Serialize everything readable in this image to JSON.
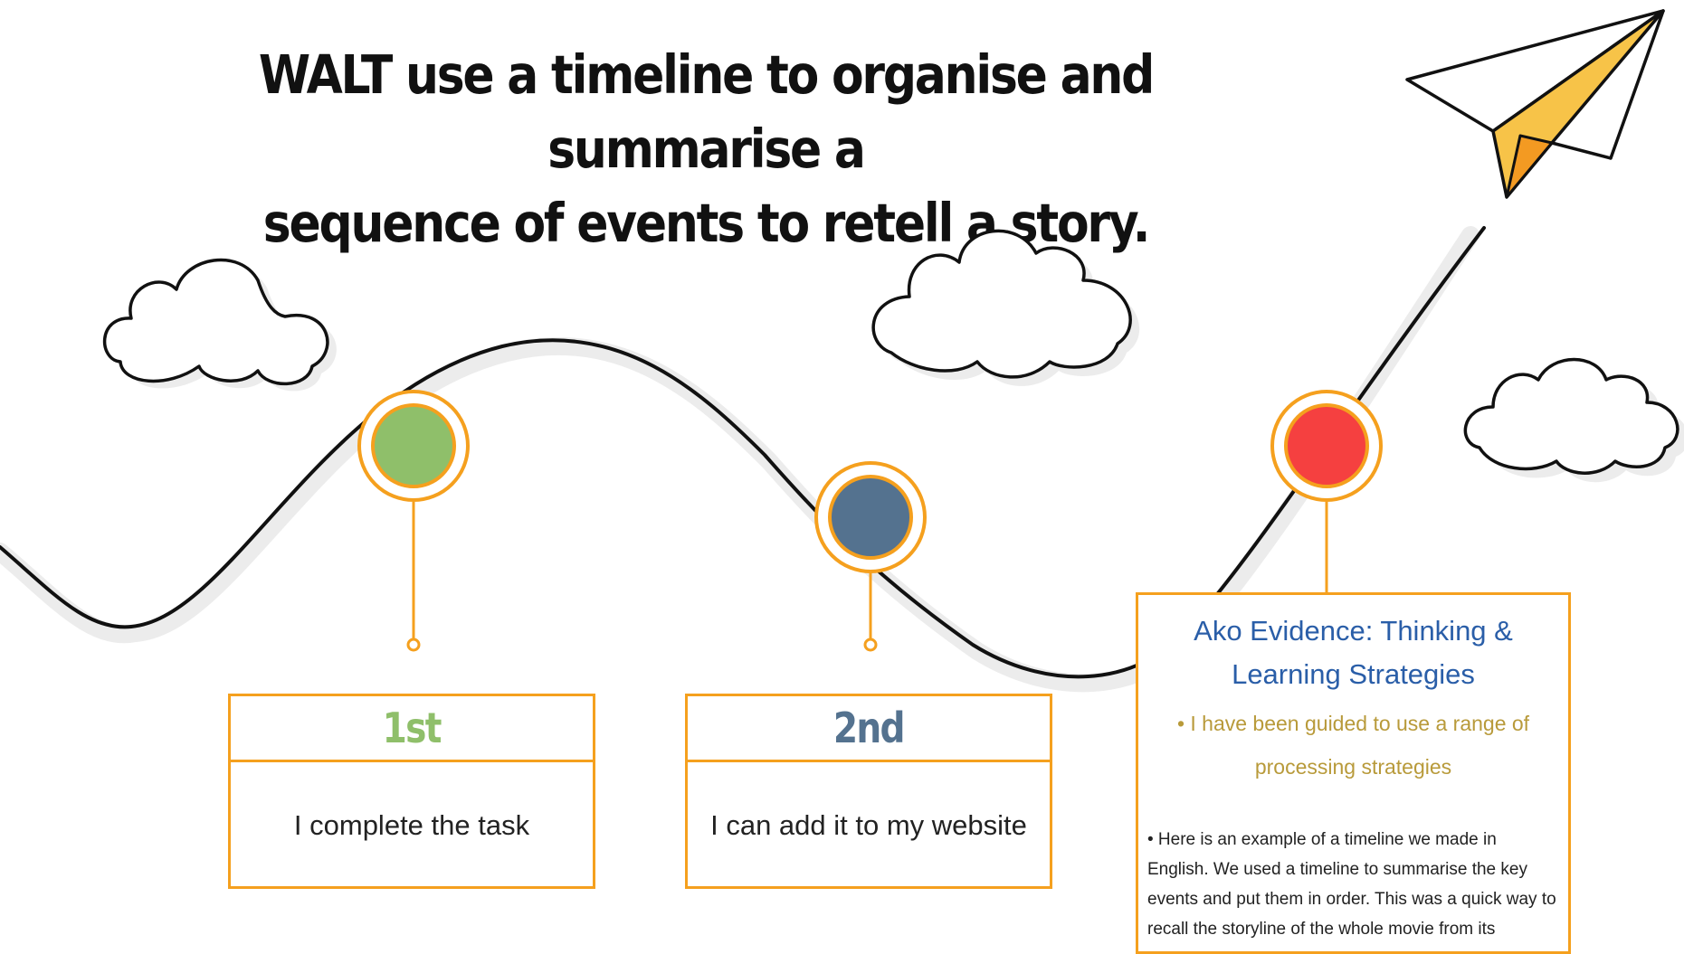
{
  "title": {
    "line1": "WALT use a timeline to organise and summarise a",
    "line2": "sequence of events to retell a story."
  },
  "steps": [
    {
      "label": "1st",
      "text": "I complete the task",
      "dot_color": "#8fbf6a"
    },
    {
      "label": "2nd",
      "text": "I can add it to my website",
      "dot_color": "#54728f"
    }
  ],
  "evidence": {
    "title": "Ako Evidence: Thinking & Learning Strategies",
    "point": "• I have been guided to use a range of processing strategies",
    "body": "• Here is an example of a timeline we made in English. We used a timeline to summarise the key events and put them in order. This was a quick way to recall the storyline of the whole movie from its beginning to the end.",
    "dot_color": "#f54040"
  },
  "colors": {
    "accent": "#f5a01e",
    "first_label": "#8fbf6a",
    "second_label": "#54728f",
    "evidence_title": "#2a5ea8",
    "evidence_point": "#b89a3a",
    "plane_yellow": "#f7c348",
    "plane_orange": "#f39a22"
  },
  "icons": [
    "cloud-icon",
    "paper-plane-icon"
  ]
}
